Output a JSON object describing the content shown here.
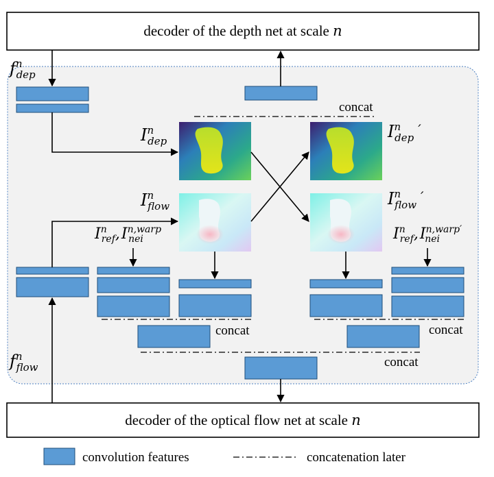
{
  "top_decoder": {
    "text": "decoder of the depth net at scale",
    "scale_var": "n"
  },
  "bottom_decoder": {
    "text": "decoder of the optical flow net at scale",
    "scale_var": "n"
  },
  "concat_labels": [
    "concat",
    "concat",
    "concat",
    "concat"
  ],
  "math": {
    "f_dep": {
      "base": "f",
      "sup": "n",
      "sub": "dep"
    },
    "f_flow": {
      "base": "f",
      "sup": "n",
      "sub": "flow"
    },
    "I_dep": {
      "base": "I",
      "sup": "n",
      "sub": "dep"
    },
    "I_flow": {
      "base": "I",
      "sup": "n",
      "sub": "flow"
    },
    "I_dep_prime": {
      "base": "I",
      "sup": "n",
      "sub": "dep",
      "prime": "′"
    },
    "I_flow_prime": {
      "base": "I",
      "sup": "n",
      "sub": "flow",
      "prime": "′"
    },
    "I_ref": {
      "base": "I",
      "sup": "n",
      "sub": "ref",
      "sep": ","
    },
    "I_nei_warp": {
      "base": "I",
      "sup": "n,warp",
      "sub": "nei"
    },
    "I_nei_warp_prime": {
      "base": "I",
      "sup": "n,warp′",
      "sub": "nei"
    }
  },
  "legend": {
    "features_label": "convolution features",
    "concat_label": "concatenation later"
  },
  "colors": {
    "feature_fill": "#5b9bd5",
    "feature_stroke": "#1f4e79",
    "panel_fill": "#f2f2f2",
    "panel_stroke": "#4a7fc1",
    "line": "#000000"
  }
}
